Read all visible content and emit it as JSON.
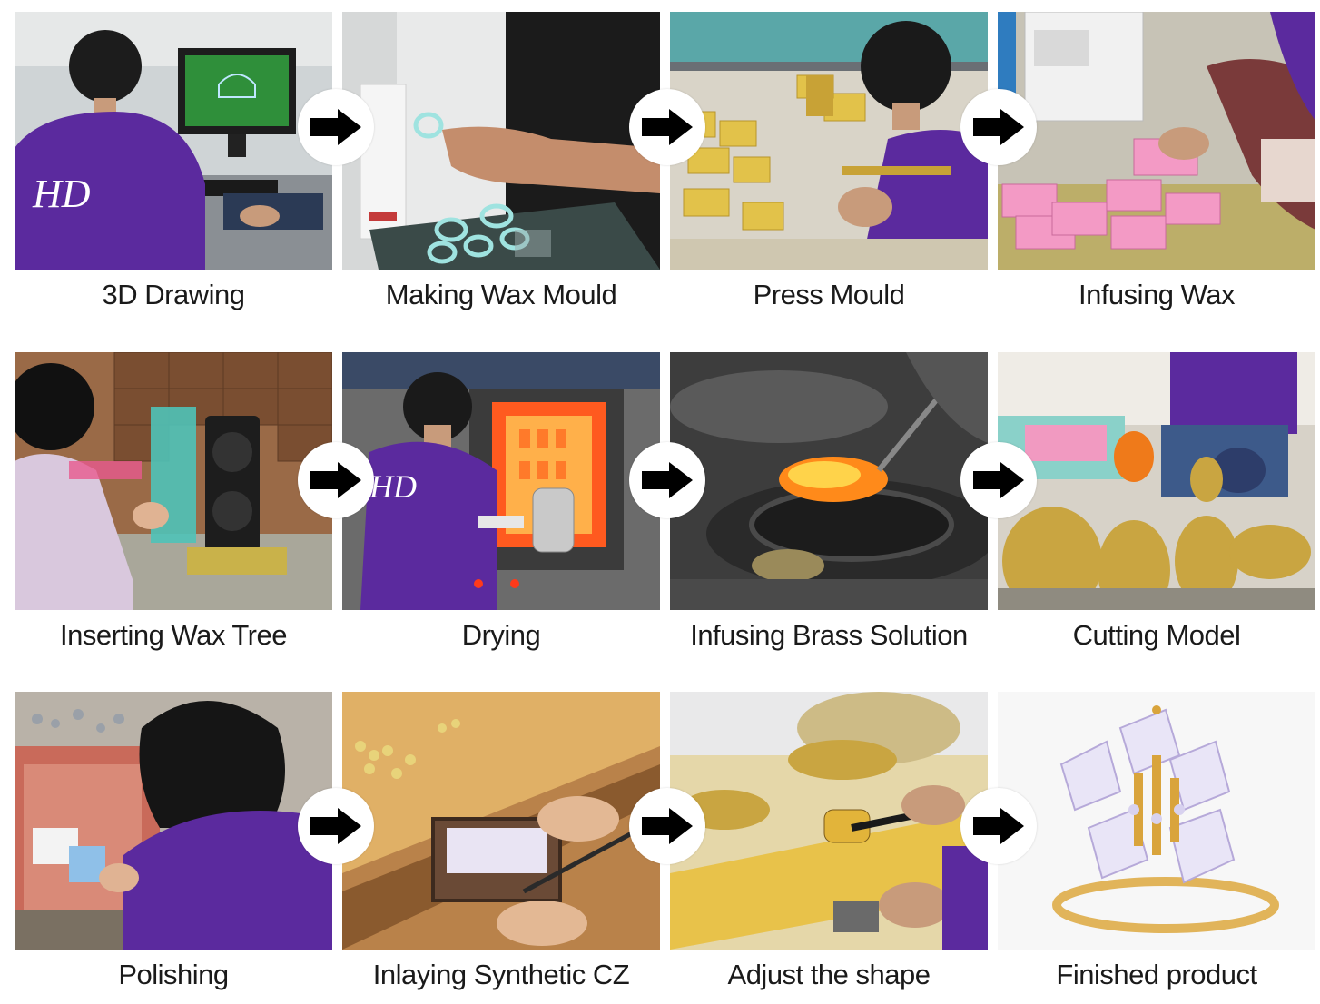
{
  "steps": [
    {
      "label": "3D Drawing",
      "icon": "computer-workstation-photo"
    },
    {
      "label": "Making Wax Mould",
      "icon": "wax-mould-photo"
    },
    {
      "label": "Press Mould",
      "icon": "press-mould-photo"
    },
    {
      "label": "Infusing Wax",
      "icon": "infusing-wax-photo"
    },
    {
      "label": "Inserting Wax Tree",
      "icon": "wax-tree-photo"
    },
    {
      "label": "Drying",
      "icon": "furnace-photo"
    },
    {
      "label": "Infusing Brass Solution",
      "icon": "molten-brass-photo"
    },
    {
      "label": "Cutting Model",
      "icon": "cutting-model-photo"
    },
    {
      "label": "Polishing",
      "icon": "polishing-photo"
    },
    {
      "label": "Inlaying Synthetic CZ",
      "icon": "inlaying-cz-photo"
    },
    {
      "label": "Adjust the shape",
      "icon": "hammer-shaping-photo"
    },
    {
      "label": "Finished product",
      "icon": "finished-ring-photo"
    }
  ],
  "colors": {
    "arrow": "#000000",
    "shirt_purple": "#5b2a9e",
    "caption_text": "#1a1a1a"
  }
}
